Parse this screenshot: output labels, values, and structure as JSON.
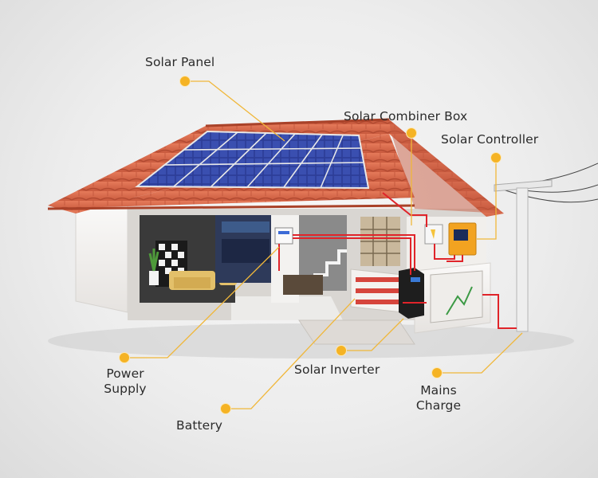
{
  "labels": {
    "solar_panel": "Solar Panel",
    "combiner_box": "Solar Combiner Box",
    "controller": "Solar Controller",
    "power_supply": [
      "Power",
      "Supply"
    ],
    "solar_inverter": "Solar Inverter",
    "battery": "Battery",
    "mains_charge": [
      "Mains",
      "Charge"
    ]
  },
  "colors": {
    "callout_dot": "#f5b324",
    "callout_line": "#f0b73a",
    "wire": "#e0242a",
    "roof": "#d9684a",
    "solar_panel": "#2d3f9a",
    "controller": "#f2a321",
    "wall": "#f2f0ee"
  }
}
